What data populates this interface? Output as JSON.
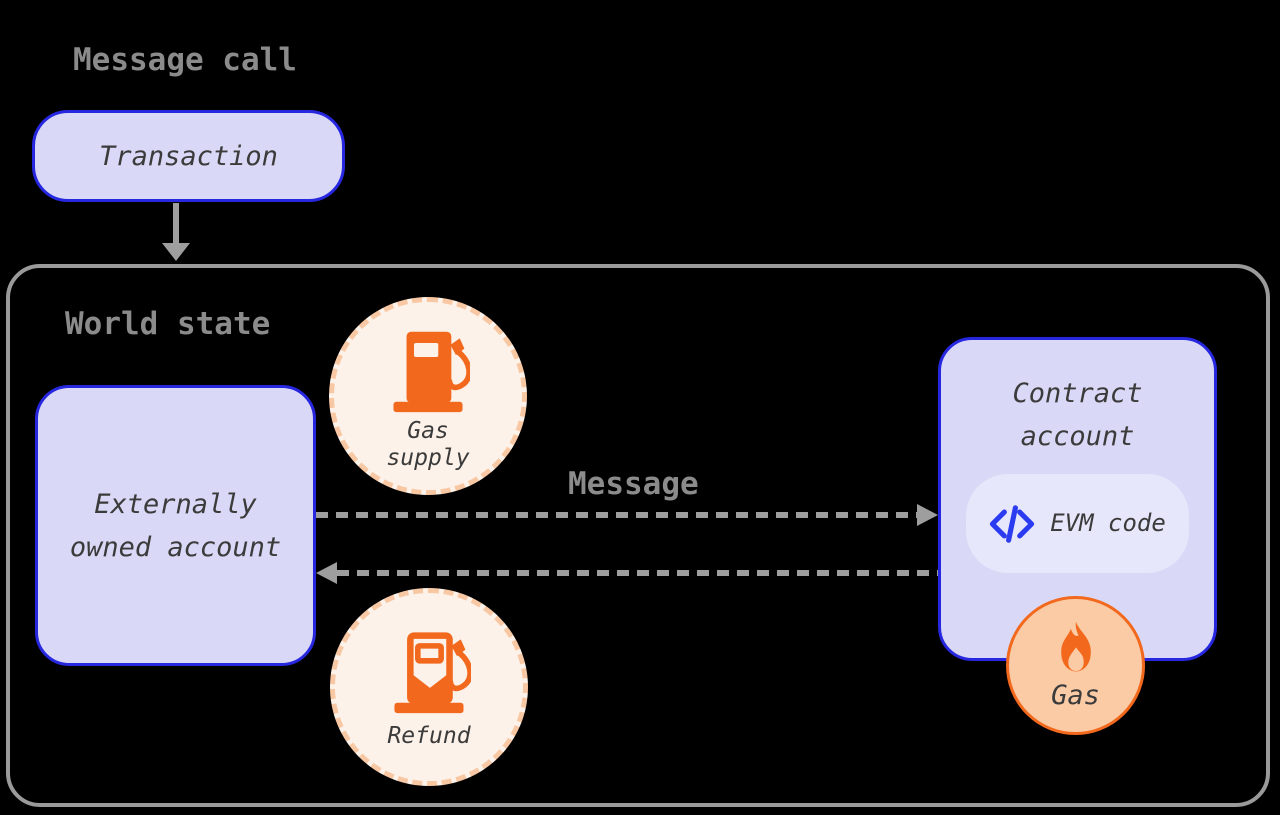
{
  "title": "Message call",
  "transaction": {
    "label": "Transaction"
  },
  "world_state": {
    "label": "World state"
  },
  "eoa": {
    "line1": "Externally",
    "line2": "owned account"
  },
  "gas_supply": {
    "line1": "Gas",
    "line2": "supply",
    "icon": "gas-pump-icon"
  },
  "message_flow": {
    "label": "Message",
    "forward_icon": "dashed-arrow-right-icon",
    "return_icon": "dashed-arrow-left-icon"
  },
  "refund": {
    "label": "Refund",
    "icon": "gas-pump-refund-icon"
  },
  "contract": {
    "line1": "Contract",
    "line2": "account"
  },
  "evm_code": {
    "label": "EVM code",
    "icon": "code-icon"
  },
  "gas_burn": {
    "label": "Gas",
    "icon": "flame-icon"
  },
  "colors": {
    "background": "#000000",
    "node_fill": "#D9D9F7",
    "node_border": "#2727E0",
    "pill_fill": "#E7E7FB",
    "code_icon_blue": "#2B3BF0",
    "cream_fill": "#FDF2E9",
    "peach_dash_border": "#F8C8A4",
    "orange": "#F2691D",
    "gas_circle_fill": "#FBCBA6",
    "gray_heading_text": "#8B8B8B",
    "gray_box_border": "#9A9A9A",
    "arrow_gray": "#9E9E9E",
    "dark_text": "#3B3B3B"
  }
}
